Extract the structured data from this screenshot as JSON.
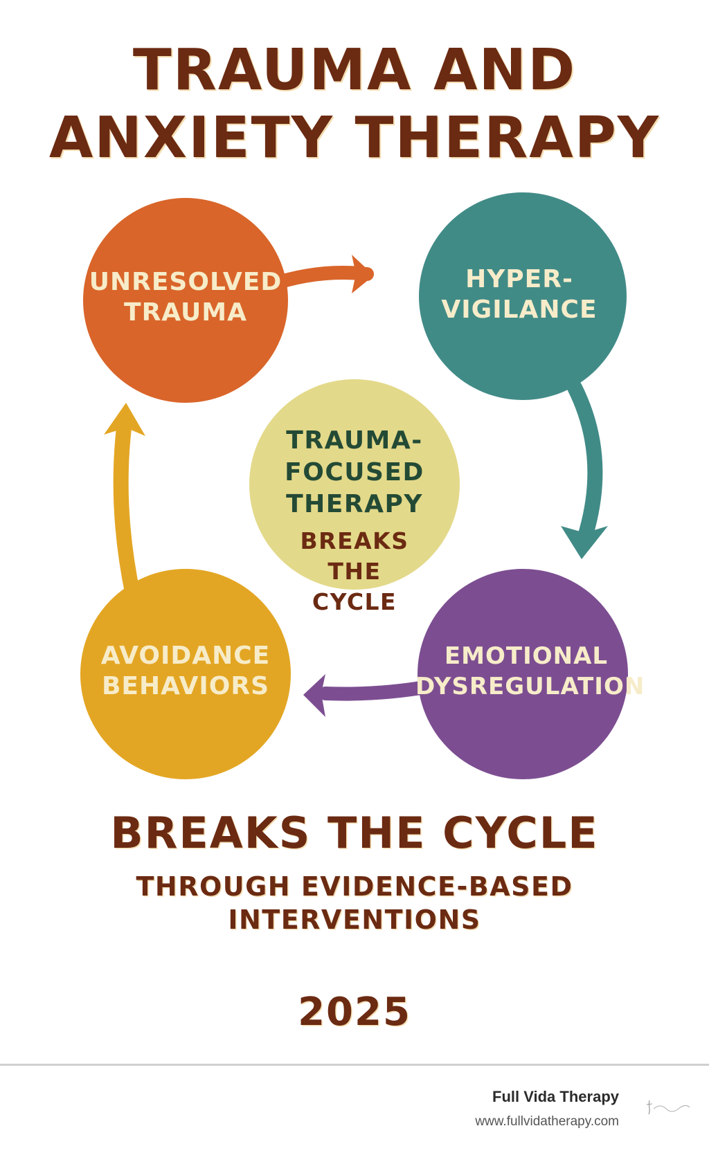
{
  "title": {
    "line1": "TRAUMA AND",
    "line2": "ANXIETY THERAPY"
  },
  "cycle": {
    "nodes": [
      {
        "id": "unresolved-trauma",
        "lines": [
          "UNRESOLVED",
          "TRAUMA"
        ],
        "color": "#d9652a"
      },
      {
        "id": "hypervigilance",
        "lines": [
          "HYPER-",
          "VIGILANCE"
        ],
        "color": "#418b87"
      },
      {
        "id": "emotional-dysregulation",
        "lines": [
          "EMOTIONAL",
          "DYSREGULATION"
        ],
        "color": "#7c4e91"
      },
      {
        "id": "avoidance-behaviors",
        "lines": [
          "AVOIDANCE",
          "BEHAVIORS"
        ],
        "color": "#e3a624"
      }
    ],
    "center": {
      "lines": [
        "TRAUMA-",
        "FOCUSED",
        "THERAPY"
      ],
      "sub_lines": [
        "BREAKS",
        "THE",
        "CYCLE"
      ],
      "color": "#e3d98a",
      "text_color": "#234a35",
      "sub_text_color": "#6b2a12"
    },
    "label_color": "#f7ecc9"
  },
  "headline": "BREAKS THE CYCLE",
  "subheadline": {
    "line1": "THROUGH EVIDENCE-BASED",
    "line2": "INTERVENTIONS"
  },
  "year": "2025",
  "footer": {
    "brand_name": "Full Vida Therapy",
    "url": "www.fullvidatherapy.com",
    "logo_text": "Full Vida Therapy"
  },
  "colors": {
    "title": "#6b2a12",
    "title_shadow": "#f3dcb0"
  }
}
